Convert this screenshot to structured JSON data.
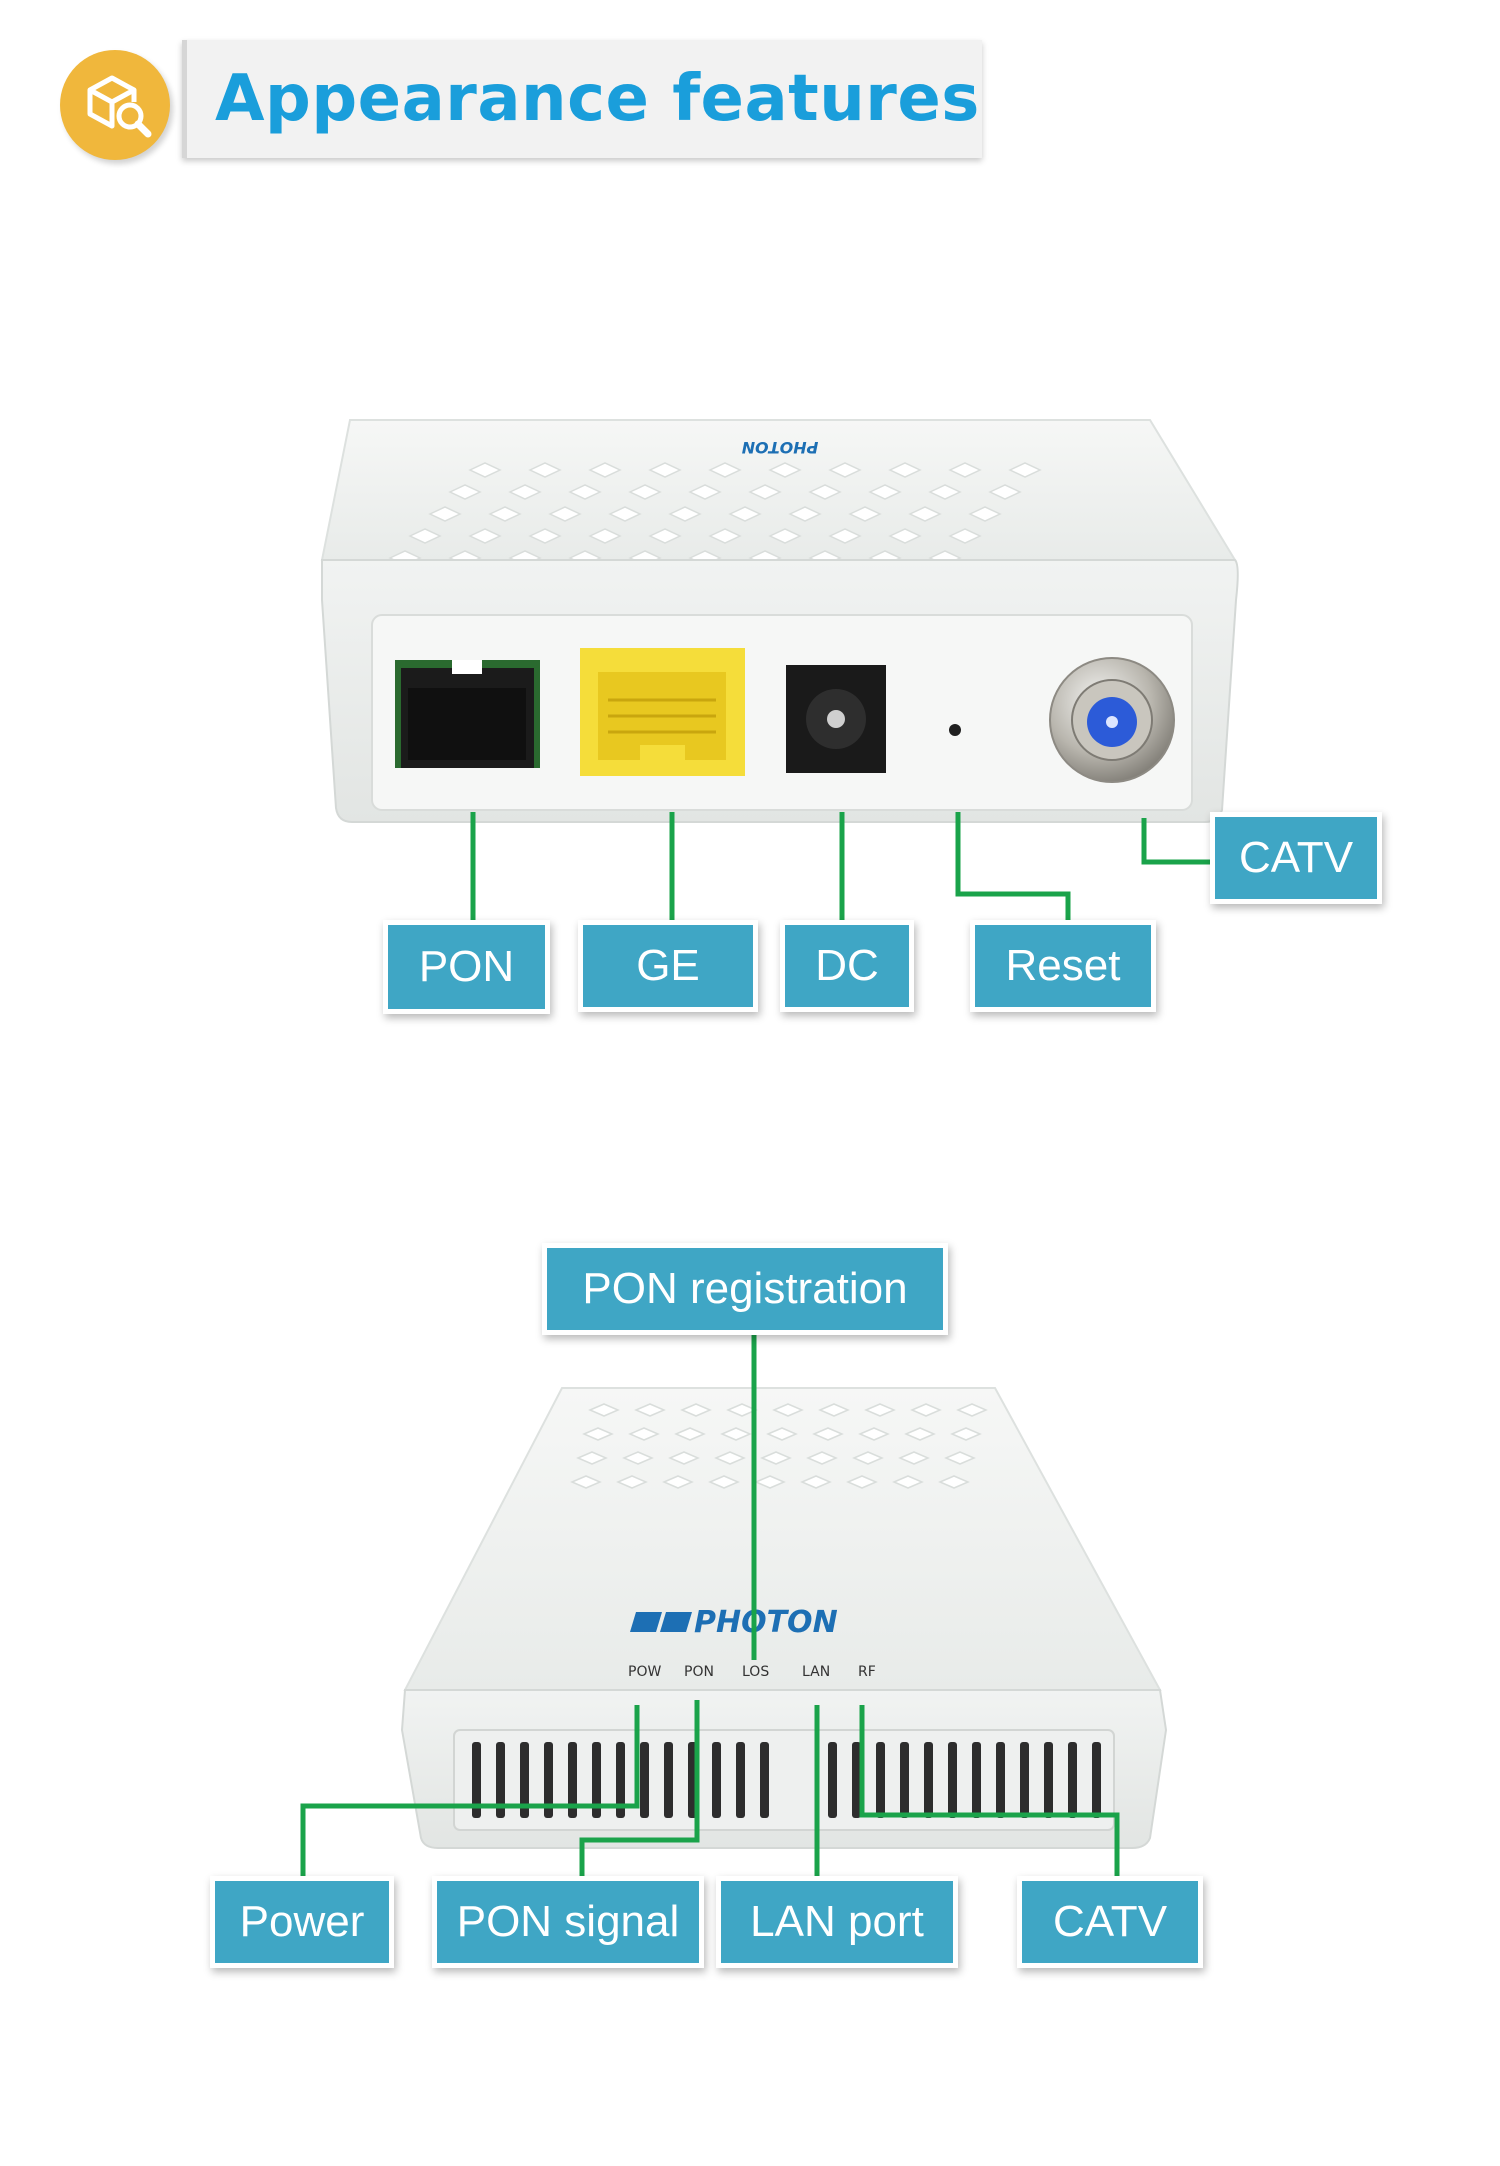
{
  "header": {
    "title": "Appearance features"
  },
  "back_panel": {
    "brand": "PHOTON",
    "labels": {
      "pon": "PON",
      "ge": "GE",
      "dc": "DC",
      "reset": "Reset",
      "catv": "CATV"
    }
  },
  "front_panel": {
    "brand": "PHOTON",
    "leds": [
      "POW",
      "PON",
      "LOS",
      "LAN",
      "RF"
    ],
    "labels": {
      "pon_registration": "PON registration",
      "power": "Power",
      "pon_signal": "PON signal",
      "lan_port": "LAN port",
      "catv": "CATV"
    }
  },
  "colors": {
    "accent": "#1a9edb",
    "callout_bg": "#3fa6c5",
    "leader_line": "#1aa34a",
    "icon_bg": "#f0b73c"
  },
  "icons": {
    "header": "box-magnifier-icon"
  }
}
